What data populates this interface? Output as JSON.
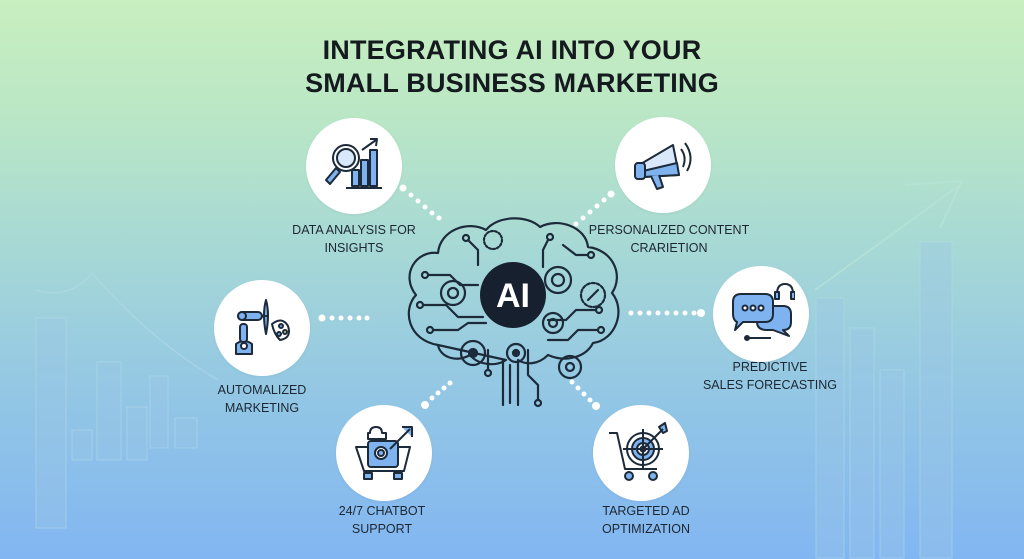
{
  "title": {
    "line1": "INTEGRATING AI INTO YOUR",
    "line2": "SMALL BUSINESS MARKETING"
  },
  "center": {
    "label": "AI",
    "icon": "brain-circuit-icon"
  },
  "nodes": [
    {
      "id": "data-analysis",
      "line1": "DATA ANALYSIS FOR",
      "line2": "INSIGHTS",
      "icon": "magnifier-bar-chart-icon"
    },
    {
      "id": "personalized-content",
      "line1": "PERSONALIZED CONTENT",
      "line2": "CRARIETION",
      "icon": "megaphone-icon"
    },
    {
      "id": "automalized-marketing",
      "line1": "AUTOMALIZED",
      "line2": "MARKETING",
      "icon": "robot-arm-palette-icon"
    },
    {
      "id": "predictive-sales",
      "line1": "PREDICTIVE",
      "line2": "SALES FORECASTING",
      "icon": "chat-bubbles-headset-icon"
    },
    {
      "id": "chatbot-support",
      "line1": "24/7 CHATBOT",
      "line2": "SUPPORT",
      "icon": "robot-cart-arrow-icon"
    },
    {
      "id": "targeted-ad",
      "line1": "TARGETED AD",
      "line2": "OPTIMIZATION",
      "icon": "target-cart-icon"
    }
  ],
  "colors": {
    "bg_top": "#c8efbf",
    "bg_bottom": "#82b6f2",
    "icon_fill": "#7fb3f0",
    "icon_stroke": "#1c2a3a",
    "ai_circle": "#16202e",
    "text": "#1d2733"
  }
}
